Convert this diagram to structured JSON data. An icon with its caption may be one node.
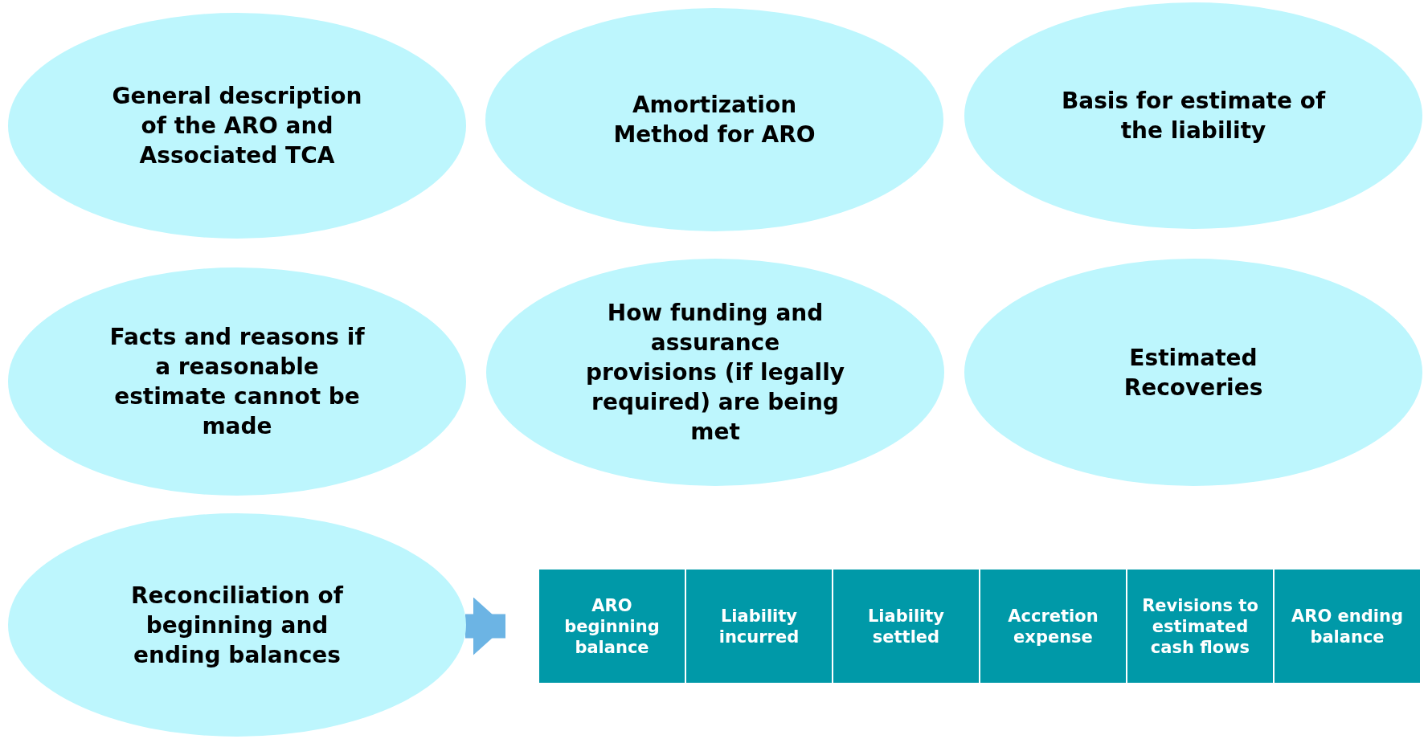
{
  "diagram": {
    "nodes": [
      {
        "text": [
          "General description of the ARO and Associated TCA"
        ]
      },
      {
        "text": [
          "Amortization Method for ARO"
        ]
      },
      {
        "text": [
          "Basis for estimate of the liability"
        ]
      },
      {
        "text": [
          "Facts and reasons if a reasonable estimate cannot be made"
        ]
      },
      {
        "text": [
          "How funding and assurance provisions (if legally required) are being met"
        ]
      },
      {
        "text": [
          "Estimated Recoveries"
        ]
      },
      {
        "text": [
          "Reconciliation of beginning and ending balances"
        ]
      },
      {
        "text": [
          "ARO beginning balance"
        ]
      },
      {
        "text": [
          "Liability incurred"
        ]
      },
      {
        "text": [
          "Liability settled"
        ]
      },
      {
        "text": [
          "Accretion expense"
        ]
      },
      {
        "text": [
          "Revisions to estimated cash flows"
        ]
      },
      {
        "text": [
          "ARO ending balance"
        ]
      }
    ],
    "edges": [
      {
        "from": 6,
        "to": 7,
        "arrow": "to"
      }
    ]
  }
}
